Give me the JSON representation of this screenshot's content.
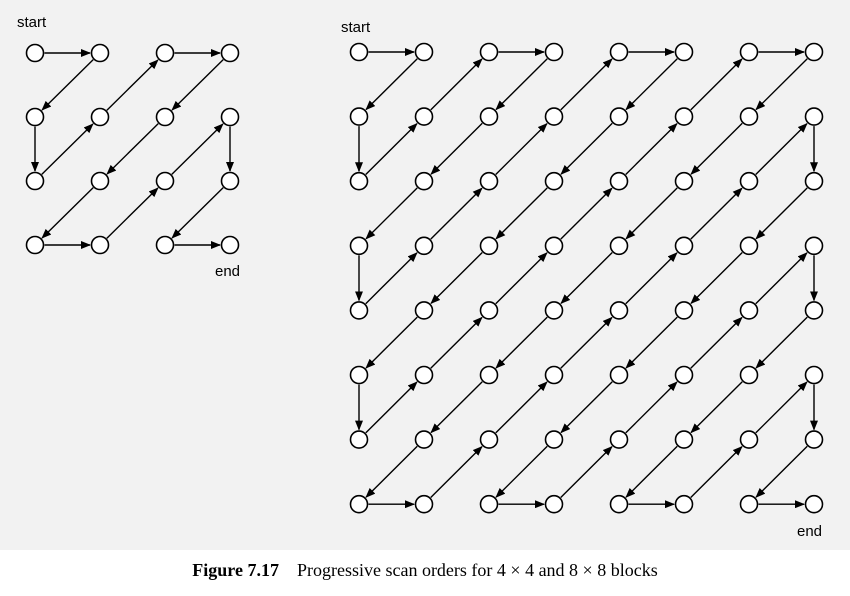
{
  "diagram_4x4": {
    "start_label": "start",
    "end_label": "end",
    "grid_size": 4,
    "scan_order": [
      0,
      1,
      4,
      8,
      5,
      2,
      3,
      6,
      9,
      12,
      13,
      10,
      7,
      11,
      14,
      15
    ]
  },
  "diagram_8x8": {
    "start_label": "start",
    "end_label": "end",
    "grid_size": 8,
    "scan_order": [
      0,
      1,
      8,
      16,
      9,
      2,
      3,
      10,
      17,
      24,
      32,
      25,
      18,
      11,
      4,
      5,
      12,
      19,
      26,
      33,
      40,
      48,
      41,
      34,
      27,
      20,
      13,
      6,
      7,
      14,
      21,
      28,
      35,
      42,
      49,
      56,
      57,
      50,
      43,
      36,
      29,
      22,
      15,
      23,
      30,
      37,
      44,
      51,
      58,
      59,
      52,
      45,
      38,
      31,
      39,
      46,
      53,
      60,
      61,
      54,
      47,
      55,
      62,
      63
    ]
  },
  "caption": {
    "figure_number": "Figure 7.17",
    "text": "Progressive scan orders for 4 × 4 and 8 × 8 blocks"
  }
}
